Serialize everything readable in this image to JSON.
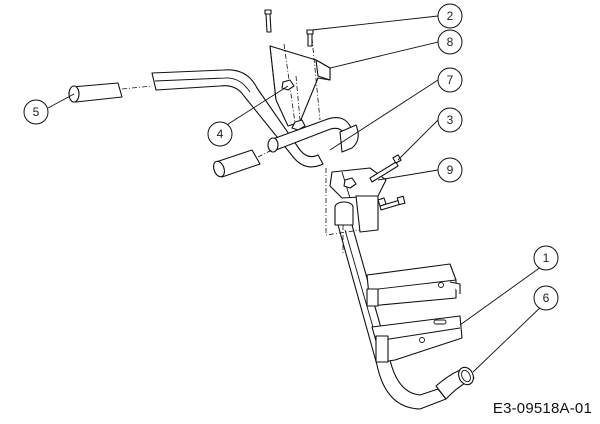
{
  "diagram": {
    "drawing_code": "E3-09518A-01",
    "callouts": [
      {
        "id": "callout-1",
        "label": "1"
      },
      {
        "id": "callout-2",
        "label": "2"
      },
      {
        "id": "callout-3",
        "label": "3"
      },
      {
        "id": "callout-4",
        "label": "4"
      },
      {
        "id": "callout-5",
        "label": "5"
      },
      {
        "id": "callout-6",
        "label": "6"
      },
      {
        "id": "callout-7",
        "label": "7"
      },
      {
        "id": "callout-8",
        "label": "8"
      },
      {
        "id": "callout-9",
        "label": "9"
      }
    ]
  }
}
